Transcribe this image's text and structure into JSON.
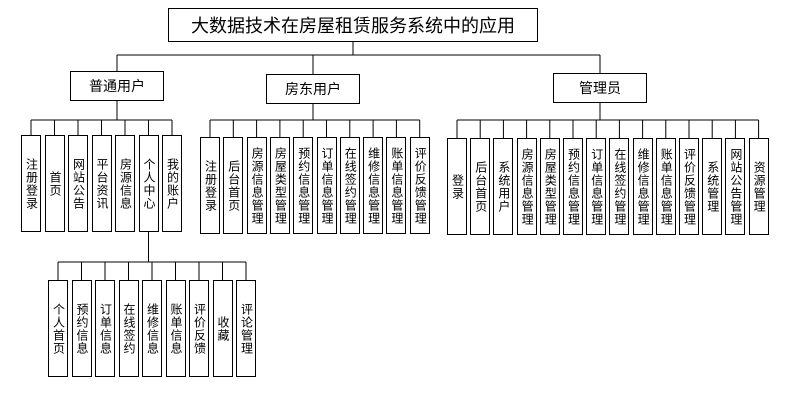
{
  "root": "大数据技术在房屋租赁服务系统中的应用",
  "groups": [
    {
      "label": "普通用户",
      "children": [
        "注册登录",
        "首页",
        "网站公告",
        "平台资讯",
        "房源信息",
        "个人中心",
        "我的账户"
      ],
      "expanded_child": 5,
      "sub_children": [
        "个人首页",
        "预约信息",
        "订单信息",
        "在线签约",
        "维修信息",
        "账单信息",
        "评价反馈",
        "收藏",
        "评论管理"
      ]
    },
    {
      "label": "房东用户",
      "children": [
        "注册登录",
        "后台首页",
        "房源信息管理",
        "房屋类型管理",
        "预约信息管理",
        "订单信息管理",
        "在线签约管理",
        "维修信息管理",
        "账单信息管理",
        "评价反馈管理"
      ]
    },
    {
      "label": "管理员",
      "children": [
        "登录",
        "后台首页",
        "系统用户",
        "房源信息管理",
        "房屋类型管理",
        "预约信息管理",
        "订单信息管理",
        "在线签约管理",
        "维修信息管理",
        "账单信息管理",
        "评价反馈管理",
        "系统管理",
        "网站公告管理",
        "资源管理"
      ]
    }
  ]
}
